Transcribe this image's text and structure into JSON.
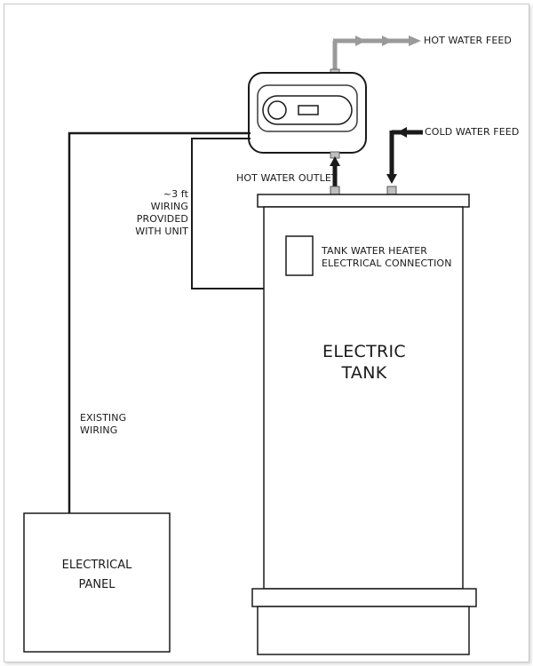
{
  "labels": {
    "hot_water_feed": "HOT WATER FEED",
    "cold_water_feed": "COLD WATER FEED",
    "hot_water_outlet": "HOT WATER OUTLET",
    "wiring_provided": "~3 ft\nWIRING\nPROVIDED\nWITH UNIT",
    "tank_connection": "TANK WATER HEATER\nELECTRICAL CONNECTION",
    "existing_wiring": "EXISTING\nWIRING",
    "electric_tank": "ELECTRIC\nTANK",
    "electrical_panel": "ELECTRICAL\nPANEL"
  },
  "colors": {
    "line": "#1a1a1a",
    "hot_feed_arrow": "#9a9a9a",
    "stroke_light": "#3a3a3a"
  }
}
